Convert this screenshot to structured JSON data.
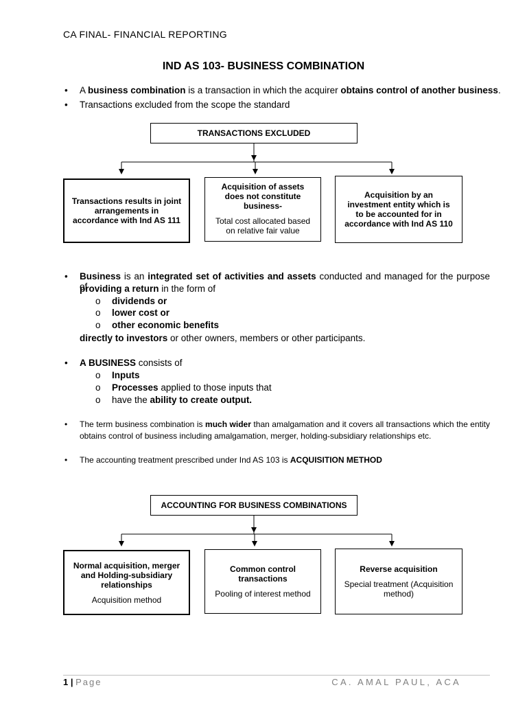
{
  "header": {
    "text": "CA FINAL- FINANCIAL REPORTING"
  },
  "title": "IND AS 103- BUSINESS COMBINATION",
  "intro": {
    "b1": {
      "p1": "A ",
      "bold1": "business combination",
      "p2": " is a transaction in which the acquirer ",
      "bold2": "obtains control of another business",
      "p3": "."
    },
    "b2": "Transactions excluded from the scope the standard"
  },
  "diagram1": {
    "root": "TRANSACTIONS EXCLUDED",
    "boxes": [
      {
        "bold": "Transactions results in joint arrangements in accordance with Ind AS 111",
        "plain": ""
      },
      {
        "bold": "Acquisition of assets does not constitute business-",
        "plain": "Total cost allocated based on relative fair value"
      },
      {
        "bold": "Acquisition by an investment entity which is to be accounted for in accordance with Ind AS 110",
        "plain": ""
      }
    ]
  },
  "business": {
    "b1": "Business",
    "p1": " is an ",
    "b2": "integrated set of activities and assets",
    "p2": " conducted and managed for the purpose of",
    "b3": "providing a return",
    "p3": " in the form of",
    "items": [
      "dividends or",
      "lower cost or",
      "other economic benefits"
    ],
    "b4": "directly to investors",
    "p4": " or other owners, members or other participants."
  },
  "consists": {
    "bold": "A BUSINESS",
    "plain": " consists of",
    "i1": "Inputs",
    "i2b": "Processes",
    "i2p": " applied to those inputs that",
    "i3p": "have the ",
    "i3b": "ability to create output."
  },
  "wider": {
    "p1": "The term business combination is ",
    "b1": "much wider",
    "p2": " than amalgamation and it covers all transactions which the entity",
    "l2": "obtains control of business including amalgamation, merger, holding-subsidiary relationships etc."
  },
  "treatment": {
    "p1": "The accounting treatment prescribed under Ind AS 103 is ",
    "b1": "ACQUISITION METHOD"
  },
  "diagram2": {
    "root": "ACCOUNTING FOR BUSINESS COMBINATIONS",
    "boxes": [
      {
        "bold": "Normal acquisition, merger and Holding-subsidiary relationships",
        "plain": "Acquisition method"
      },
      {
        "bold": "Common control transactions",
        "plain": "Pooling of interest method"
      },
      {
        "bold": "Reverse acquisition",
        "plain": "Special treatment (Acquisition method)"
      }
    ]
  },
  "footer": {
    "page": "1",
    "sep": " | ",
    "word": "Page",
    "author": "CA. AMAL PAUL, ACA"
  }
}
